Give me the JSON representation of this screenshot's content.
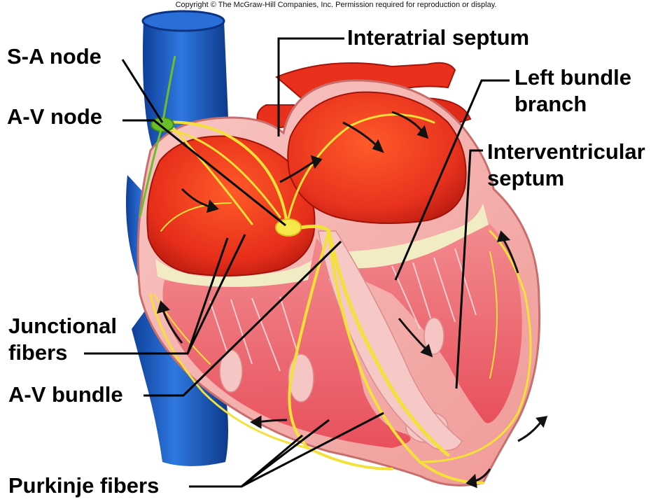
{
  "copyright": "Copyright © The McGraw-Hill Companies, Inc. Permission required for reproduction or display.",
  "labels": {
    "sa_node": "S-A node",
    "av_node": "A-V node",
    "interatrial_septum": "Interatrial septum",
    "left_bundle_branch": [
      "Left bundle",
      "branch"
    ],
    "interventricular_septum": [
      "Interventricular",
      "septum"
    ],
    "junctional_fibers": [
      "Junctional",
      "fibers"
    ],
    "av_bundle": "A-V bundle",
    "purkinje_fibers": "Purkinje fibers"
  },
  "colors": {
    "vena_cava": "#1f5fc8",
    "myocardium": "#f4b3b0",
    "chamber": "#e8321e",
    "conduction": "#f3e13a",
    "node": "#6bbf2a",
    "valve_area": "#f2ecc4"
  }
}
